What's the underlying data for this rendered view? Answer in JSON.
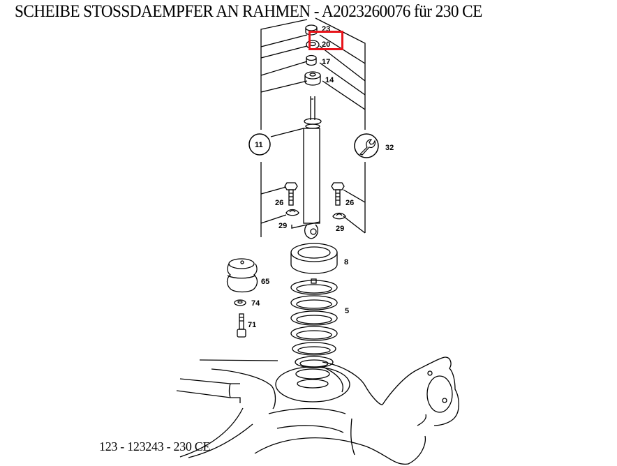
{
  "header": {
    "title": "SCHEIBE STOSSDAEMPFER AN RAHMEN - A2023260076 für 230 CE"
  },
  "footer": {
    "caption": "123 - 123243 - 230 CE"
  },
  "diagram": {
    "highlighted_part": "20",
    "highlight_color": "#e8141b",
    "callouts": [
      {
        "id": "23",
        "label": "23"
      },
      {
        "id": "20",
        "label": "20"
      },
      {
        "id": "17",
        "label": "17"
      },
      {
        "id": "14",
        "label": "14"
      },
      {
        "id": "11",
        "label": "11",
        "shape": "circle"
      },
      {
        "id": "32",
        "label": "32",
        "icon": "wrench-icon"
      },
      {
        "id": "26a",
        "label": "26"
      },
      {
        "id": "26b",
        "label": "26"
      },
      {
        "id": "29a",
        "label": "29"
      },
      {
        "id": "29b",
        "label": "29"
      },
      {
        "id": "8",
        "label": "8"
      },
      {
        "id": "65",
        "label": "65"
      },
      {
        "id": "74",
        "label": "74"
      },
      {
        "id": "71",
        "label": "71"
      },
      {
        "id": "5",
        "label": "5"
      }
    ]
  }
}
